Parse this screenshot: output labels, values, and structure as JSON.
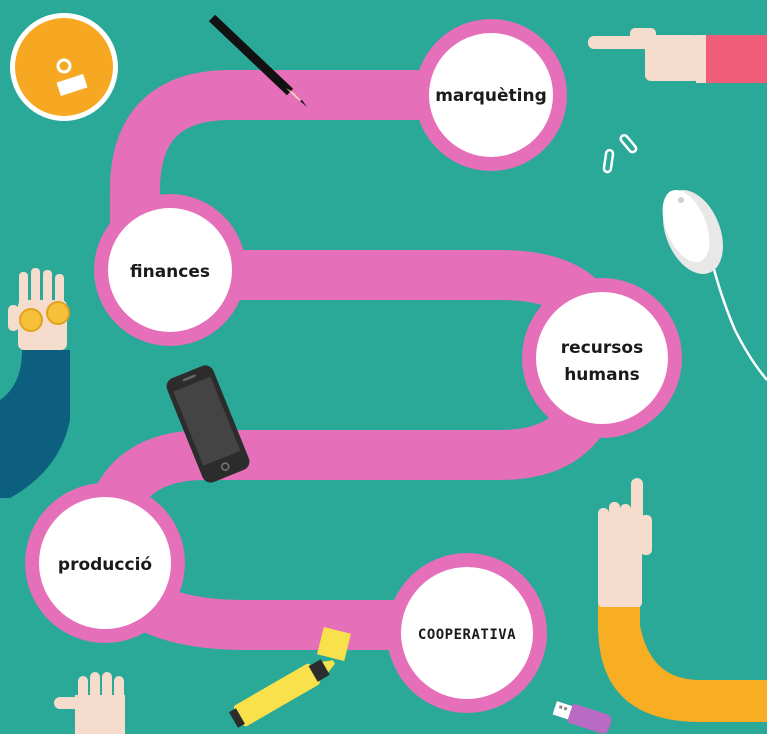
{
  "nodes": {
    "marqueting": "marquèting",
    "finances": "finances",
    "recursos_line1": "recursos",
    "recursos_line2": "humans",
    "produccio": "producció",
    "cooperativa": "COOPERATIVA"
  },
  "colors": {
    "background": "#2aa898",
    "path": "#e56fb8",
    "node_fill": "#ffffff",
    "logo_orange": "#f7a823",
    "sleeve_red": "#ef5d78",
    "sleeve_blue": "#0c5f7e",
    "sleeve_yellow": "#f7ae23",
    "skin": "#f6dccd",
    "highlighter": "#f8e14a",
    "usb": "#b86bc2"
  },
  "icons": [
    "logo-badge-icon",
    "pencil-icon",
    "pointing-hand-icon",
    "paperclip-icon",
    "computer-mouse-icon",
    "hand-with-coins-icon",
    "smartphone-icon",
    "raised-finger-hand-icon",
    "highlighter-icon",
    "sticky-note-icon",
    "usb-stick-icon",
    "thumb-hand-icon"
  ]
}
